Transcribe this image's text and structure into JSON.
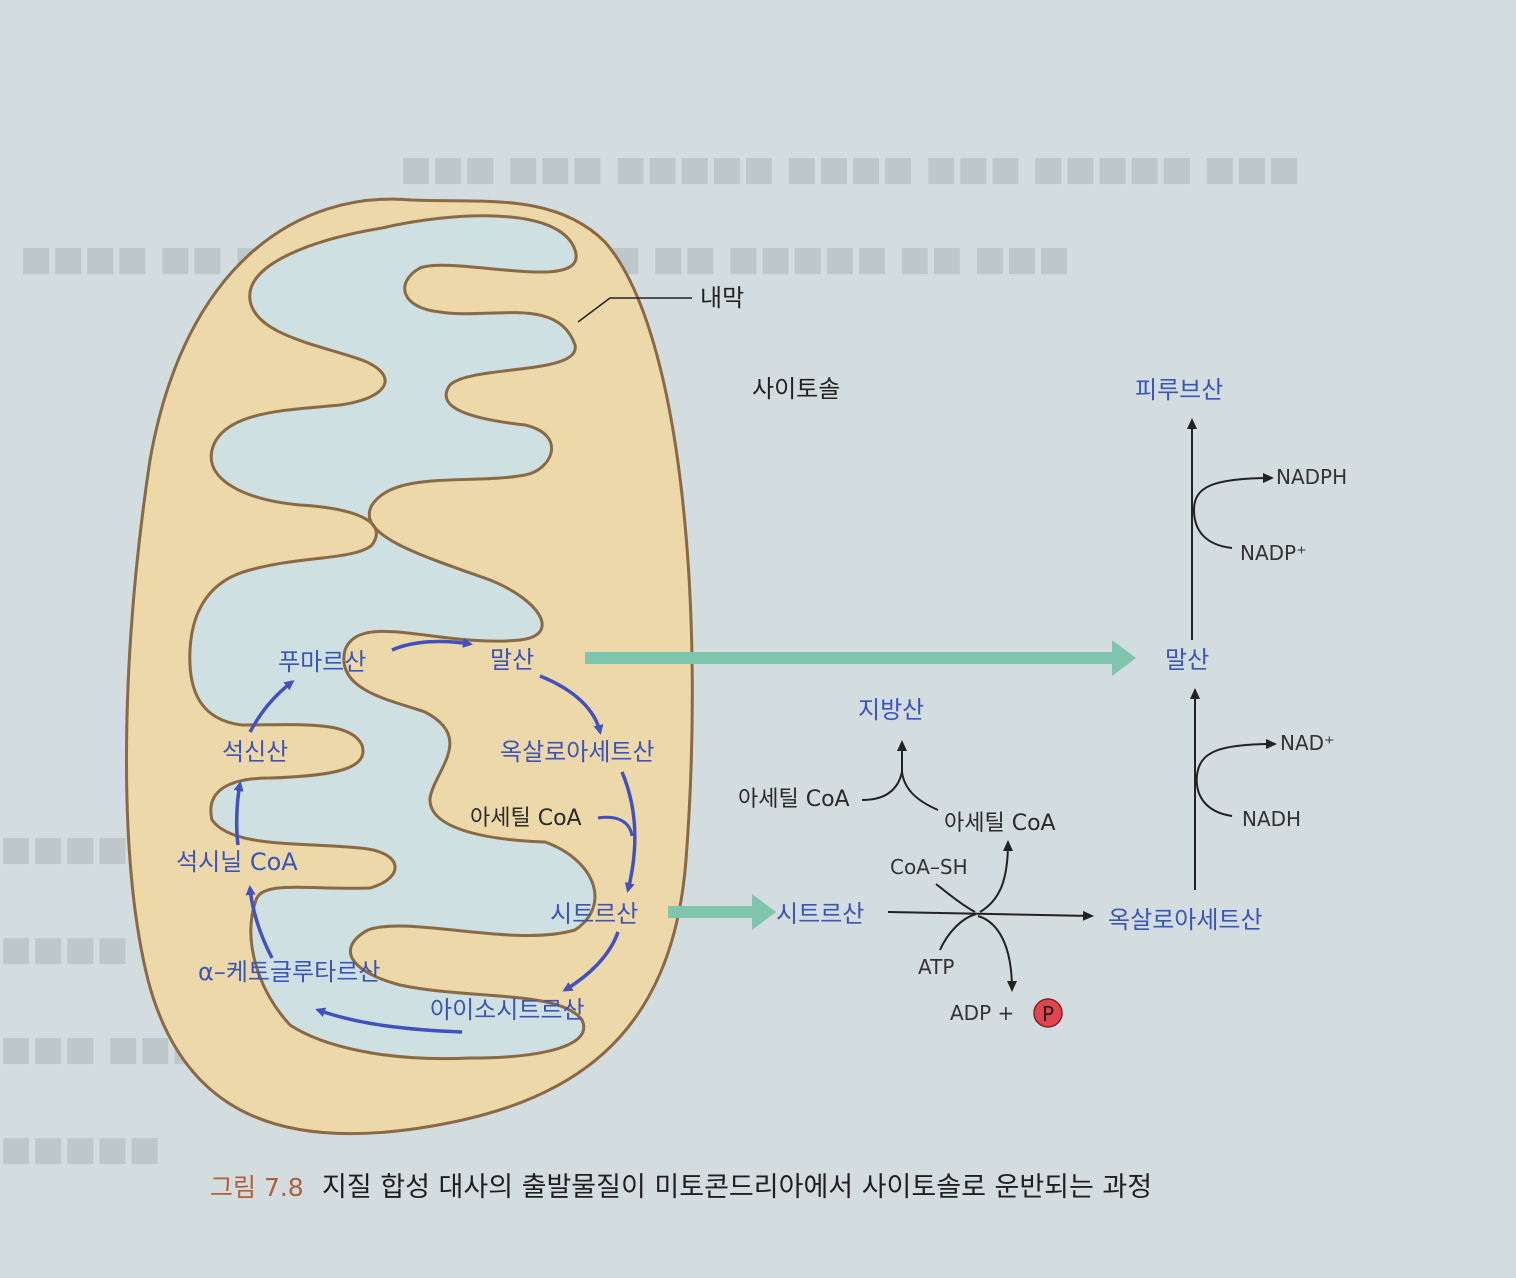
{
  "labels": {
    "inner_membrane": "내막",
    "cytosol": "사이토솔",
    "fumarate": "푸마르산",
    "malate_mito": "말산",
    "oxaloacetate_mito": "옥살로아세트산",
    "acetyl_coa_mito": "아세틸 CoA",
    "citrate_mito": "시트르산",
    "isocitrate": "아이소시트르산",
    "alpha_ketoglutarate": "α–케토글루타르산",
    "succinyl_coa": "석시닐 CoA",
    "succinate": "석신산",
    "citrate_cyto": "시트르산",
    "oxaloacetate_cyto": "옥살로아세트산",
    "malate_cyto": "말산",
    "pyruvate": "피루브산",
    "fatty_acid": "지방산",
    "acetyl_coa_left": "아세틸 CoA",
    "acetyl_coa_right": "아세틸 CoA",
    "coa_sh": "CoA–SH",
    "atp": "ATP",
    "adp_p": "ADP +",
    "phosphate": "P",
    "nadph": "NADPH",
    "nadp_plus": "NADP⁺",
    "nad_plus": "NAD⁺",
    "nadh": "NADH"
  },
  "caption": {
    "number": "그림 7.8",
    "text": "지질 합성 대사의 출발물질이 미토콘드리아에서 사이토솔로 운반되는 과정"
  },
  "colors": {
    "page": "#d3dcde",
    "mito_fill": "#ecd8a8",
    "membrane": "#8a6a44",
    "matrix": "#cfe0e2",
    "cycle_arrow": "#4350c0",
    "transport_arrow": "#7fc4ad",
    "phosphate_circle": "#e0454f"
  }
}
